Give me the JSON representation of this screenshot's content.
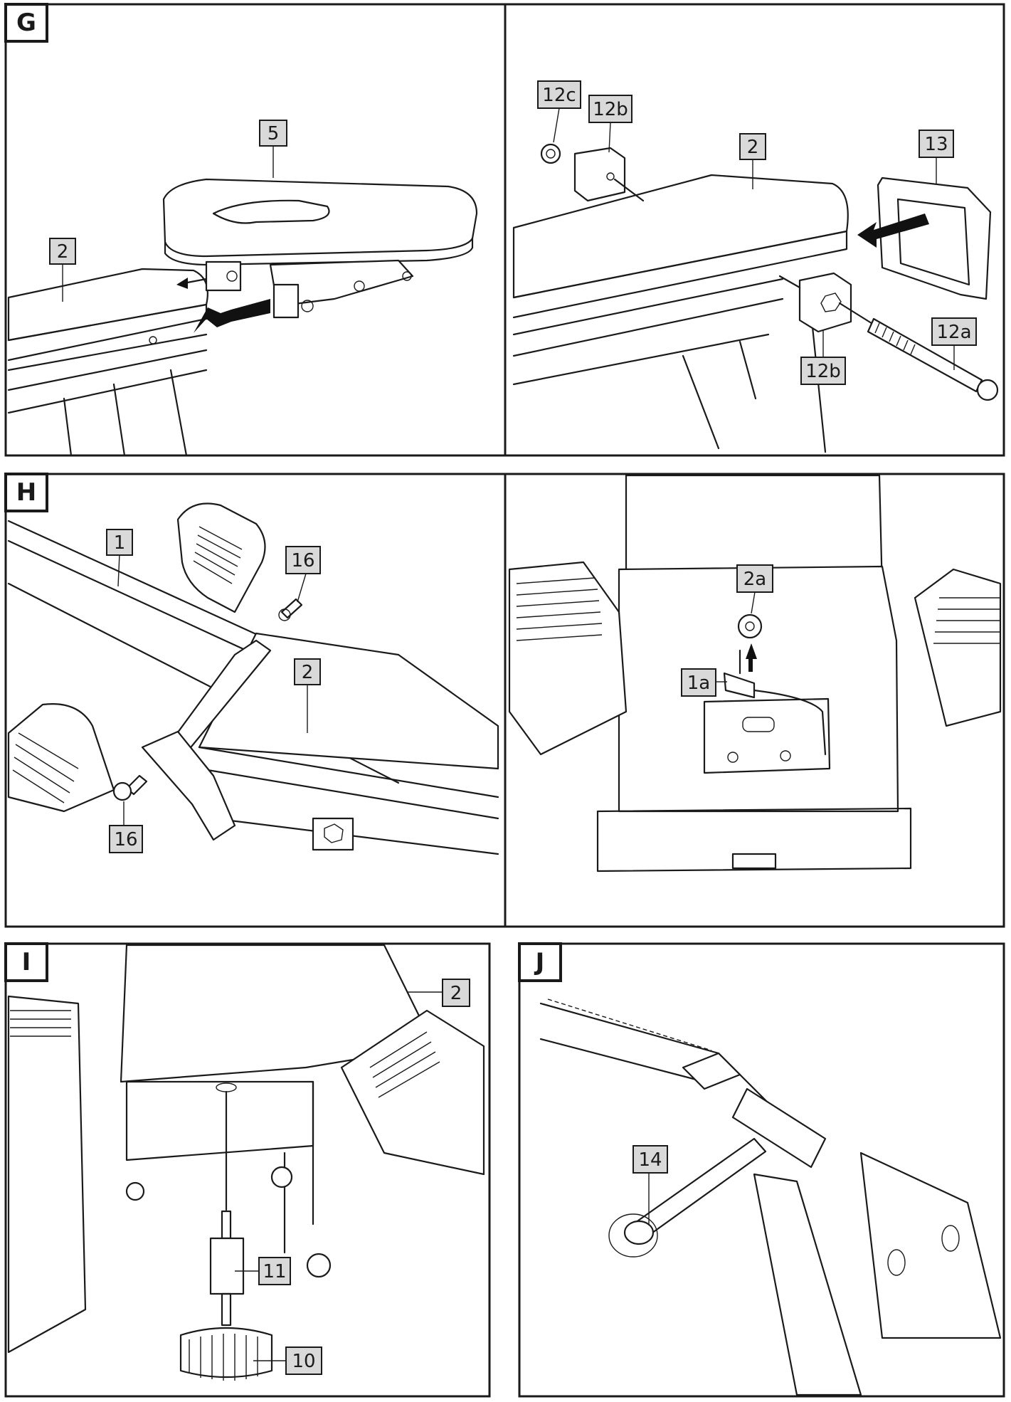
{
  "panel_tags": {
    "g": "G",
    "h": "H",
    "i": "I",
    "j": "J"
  },
  "callouts": {
    "g_left_5": "5",
    "g_left_2": "2",
    "g_right_12c": "12c",
    "g_right_12b_top": "12b",
    "g_right_2": "2",
    "g_right_13": "13",
    "g_right_12a": "12a",
    "g_right_12b_bottom": "12b",
    "h_left_1": "1",
    "h_left_16_top": "16",
    "h_left_2": "2",
    "h_left_16_bottom": "16",
    "h_right_2a": "2a",
    "h_right_1a": "1a",
    "i_2": "2",
    "i_11": "11",
    "i_10": "10",
    "j_14": "14"
  }
}
